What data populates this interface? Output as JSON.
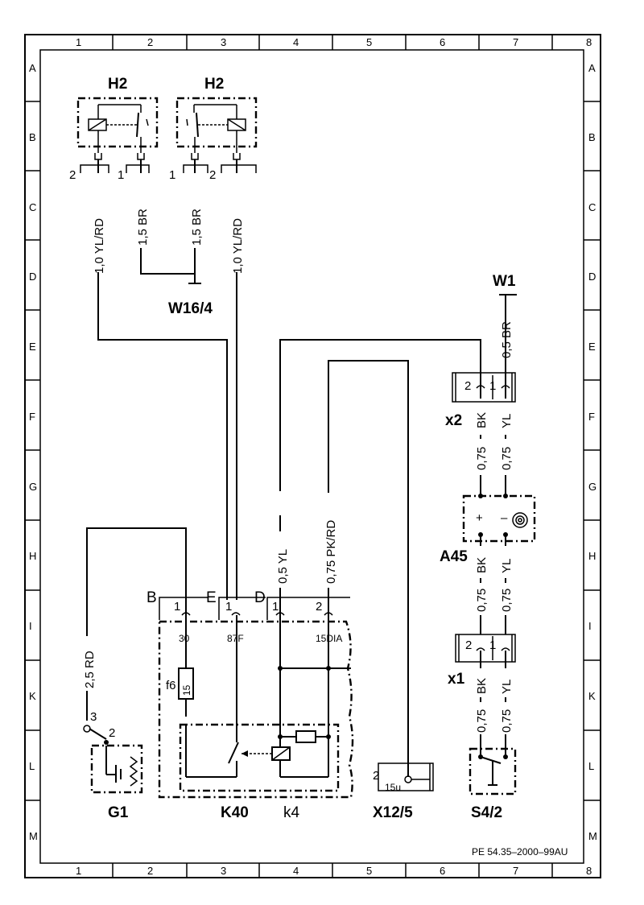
{
  "frame": {
    "columns": [
      "1",
      "2",
      "3",
      "4",
      "5",
      "6",
      "7",
      "8"
    ],
    "rows": [
      "A",
      "B",
      "C",
      "D",
      "E",
      "F",
      "G",
      "H",
      "I",
      "K",
      "L",
      "M"
    ],
    "doc_ref": "PE 54.35–2000–99AU"
  },
  "components": {
    "h2_left": "H2",
    "h2_right": "H2",
    "w16_4": "W16/4",
    "w1": "W1",
    "x2": "x2",
    "a45": "A45",
    "x1": "x1",
    "g1": "G1",
    "k40": "K40",
    "k4": "k4",
    "x12_5": "X12/5",
    "s4_2": "S4/2"
  },
  "wires": {
    "h2l_pin2": "1,0 YL/RD",
    "h2l_pin1": "1,5 BR",
    "h2r_pin1": "1,5 BR",
    "h2r_pin2": "1,0 YL/RD",
    "w1_wire": "0,5 BR",
    "k40_d1": "0,5 YL",
    "k40_d2": "0,75 PK/RD",
    "g1_wire": "2,5 RD",
    "x2_bk": "BK",
    "x2_yl": "YL",
    "a45_in_bk": "0,75",
    "a45_in_yl": "0,75",
    "a45_out_bk": "BK",
    "a45_out_yl": "YL",
    "a45_out_bk_g": "0,75",
    "a45_out_yl_g": "0,75",
    "x1_bk": "BK",
    "x1_yl": "YL",
    "s42_bk_g": "0,75",
    "s42_yl_g": "0,75"
  },
  "pins": {
    "h2l_2": "2",
    "h2l_1": "1",
    "h2r_1": "1",
    "h2r_2": "2",
    "x2_2": "2",
    "x2_1": "1",
    "a45_plus": "+",
    "a45_minus": "–",
    "x1_2": "2",
    "x1_1": "1",
    "conn_b": "B",
    "conn_e": "E",
    "conn_d": "D",
    "b1": "1",
    "e1": "1",
    "d1": "1",
    "d2": "2",
    "t30": "30",
    "t87f": "87F",
    "t15dia": "15DIA",
    "fuse_id": "f6",
    "fuse_val": "15",
    "g1_3": "3",
    "g1_2": "2",
    "x125_2": "2",
    "x125_15u": "15u"
  }
}
